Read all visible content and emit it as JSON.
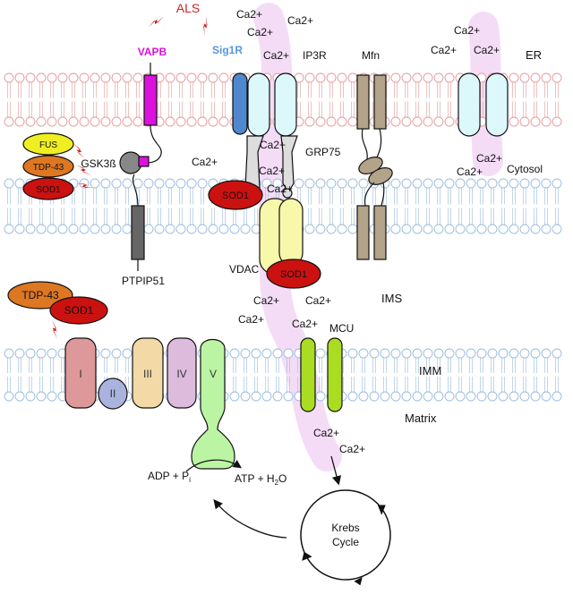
{
  "title": "ALS",
  "proteins": {
    "vapb": "VAPB",
    "sig1r": "Sig1R",
    "ip3r": "IP3R",
    "mfn": "Mfn",
    "grp75": "GRP75",
    "vdac": "VDAC",
    "mcu": "MCU",
    "ptpip51": "PTPIP51",
    "gsk3b": "GSK3ß",
    "fus": "FUS",
    "tdp43": "TDP-43",
    "sod1": "SOD1"
  },
  "compartments": {
    "er": "ER",
    "cytosol": "Cytosol",
    "ims": "IMS",
    "imm": "IMM",
    "matrix": "Matrix"
  },
  "complexes": [
    "I",
    "II",
    "III",
    "IV",
    "V"
  ],
  "calcium": "Ca2+",
  "reaction": {
    "left_main": "ADP + P",
    "left_sub": "i",
    "right_main": "ATP + H",
    "right_sub": "2",
    "right_tail": "O"
  },
  "krebs": {
    "line1": "Krebs",
    "line2": "Cycle"
  },
  "colors": {
    "als_red": "#cc2222",
    "vapb": "#dd11dd",
    "sig1r_label": "#5599dd",
    "sod1": "#cc1111",
    "tdp43": "#dd7722",
    "fus": "#eeee22",
    "ip3r": "#ddf8fb",
    "vdac": "#f8f8aa",
    "mfn": "#b3a388",
    "mcu": "#aadd22",
    "complex_i": "#dd9999",
    "complex_ii": "#aab3dd",
    "complex_iii": "#f2d9a6",
    "complex_iv": "#ddbbdd",
    "complex_v": "#bbf5a3",
    "ca_channel": "#f3d8f6",
    "membrane": "#e59999",
    "membrane_mito": "#99bbdd"
  }
}
